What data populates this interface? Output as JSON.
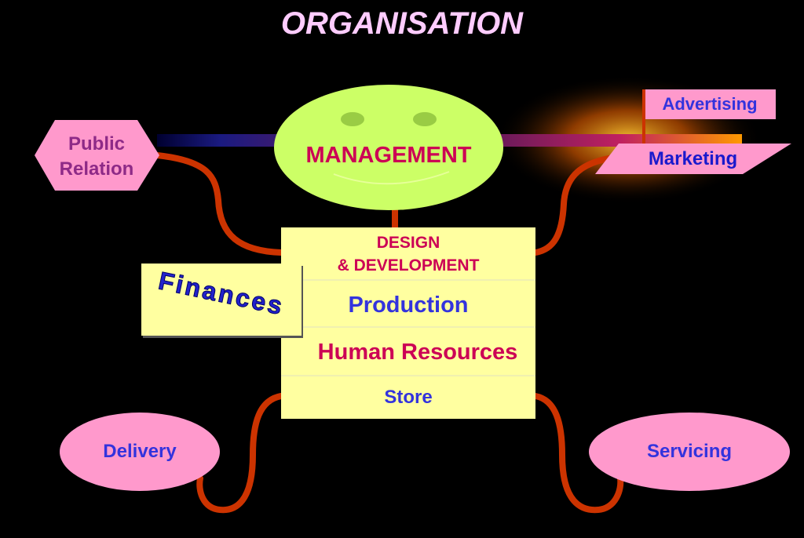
{
  "title": "ORGANISATION",
  "center": {
    "management": "MANAGEMENT",
    "design_line1": "DESIGN",
    "design_line2": "& DEVELOPMENT",
    "production": "Production",
    "human_resources": "Human Resources",
    "store": "Store",
    "finances": "Finances"
  },
  "satellites": {
    "public_relation_line1": "Public",
    "public_relation_line2": "Relation",
    "advertising": "Advertising",
    "marketing": "Marketing",
    "delivery": "Delivery",
    "servicing": "Servicing"
  },
  "colors": {
    "background": "#000000",
    "title": "#ffccff",
    "box": "#ffffa0",
    "face": "#ccff66",
    "pink_shape": "#ff99cc",
    "connector": "#cc3300",
    "blue_text": "#3333dd",
    "crimson_text": "#cc0055"
  }
}
